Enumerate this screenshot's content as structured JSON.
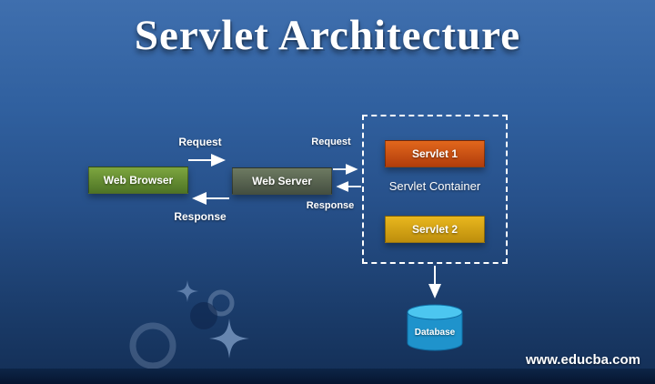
{
  "page": {
    "title": "Servlet Architecture"
  },
  "nodes": {
    "web_browser": {
      "label": "Web Browser"
    },
    "web_server": {
      "label": "Web Server"
    },
    "servlet_container": {
      "label": "Servlet Container"
    },
    "servlet_1": {
      "label": "Servlet 1"
    },
    "servlet_2": {
      "label": "Servlet 2"
    },
    "database": {
      "label": "Database"
    }
  },
  "labels": {
    "request_browser_server": "Request",
    "response_browser_server": "Response",
    "request_server_container": "Request",
    "response_server_container": "Response"
  },
  "footer": {
    "website": "www.educba.com"
  },
  "colors": {
    "background_top": "#3f6fae",
    "background_bottom": "#132e55",
    "footer_bar": "#081a36",
    "web_browser": "#5f8c31",
    "web_server": "#576150",
    "servlet_1": "#c84f13",
    "servlet_2": "#d8a414",
    "database": "#29aae1",
    "arrow": "#ffffff",
    "text": "#ffffff"
  }
}
